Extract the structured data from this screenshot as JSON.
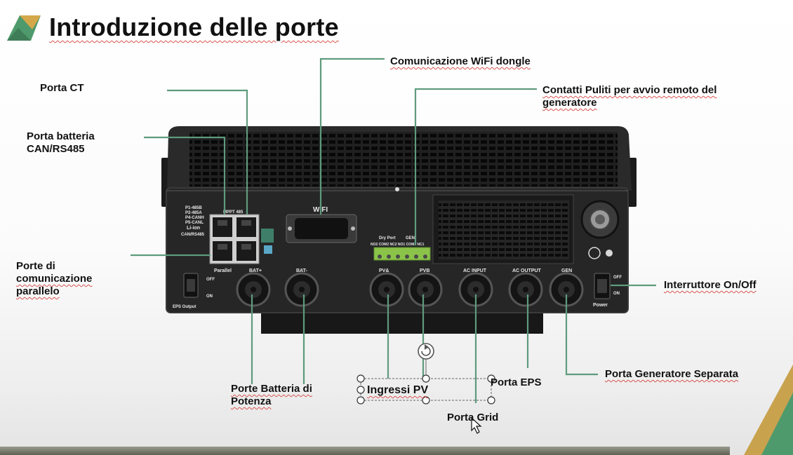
{
  "slide": {
    "title": "Introduzione delle porte",
    "labels": {
      "porta_ct": "Porta CT",
      "porta_batteria_l1": "Porta batteria",
      "porta_batteria_l2": "CAN/RS485",
      "porte_parallelo_l1": "Porte di",
      "porte_parallelo_l2": "comunicazione",
      "porte_parallelo_l3": "parallelo",
      "wifi_dongle": "Comunicazione WiFi dongle",
      "contatti_l1": "Contatti Puliti per avvio remoto del",
      "contatti_l2": "generatore",
      "interruttore": "Interruttore On/Off",
      "generatore_separata": "Porta Generatore Separata",
      "porte_batteria_potenza_l1": "Porte Batteria di",
      "porte_batteria_potenza_l2": "Potenza",
      "ingressi_pv": "Ingressi PV",
      "porta_eps": "Porta EPS",
      "porta_grid": "Porta Grid"
    }
  },
  "device": {
    "wifi_label": "WIFI",
    "port_list": [
      "P1-485B",
      "P2-485A",
      "P4-CANH",
      "P5-CANL"
    ],
    "li_ion": "Li-ion",
    "can_rs485": "CAN/RS485",
    "mppt": "MPPT 485",
    "parallel": "Parallel",
    "bat_plus": "BAT+",
    "bat_minus": "BAT-",
    "pv_a": "PV&",
    "pv_b": "PVB",
    "ac_input": "AC INPUT",
    "ac_output": "AC OUTPUT",
    "gen": "GEN",
    "dry_port": "Dry Port",
    "dry_gen": "GEN",
    "terminals": "NO2 COM2 NC2 NO1 COM1 NC1",
    "eps_output": "EPS Output",
    "power": "Power",
    "off": "OFF",
    "on": "ON"
  },
  "colors": {
    "leader_line": "#5e9b7d",
    "device_body": "#232323",
    "accent_logo": "#4f9a6c"
  }
}
